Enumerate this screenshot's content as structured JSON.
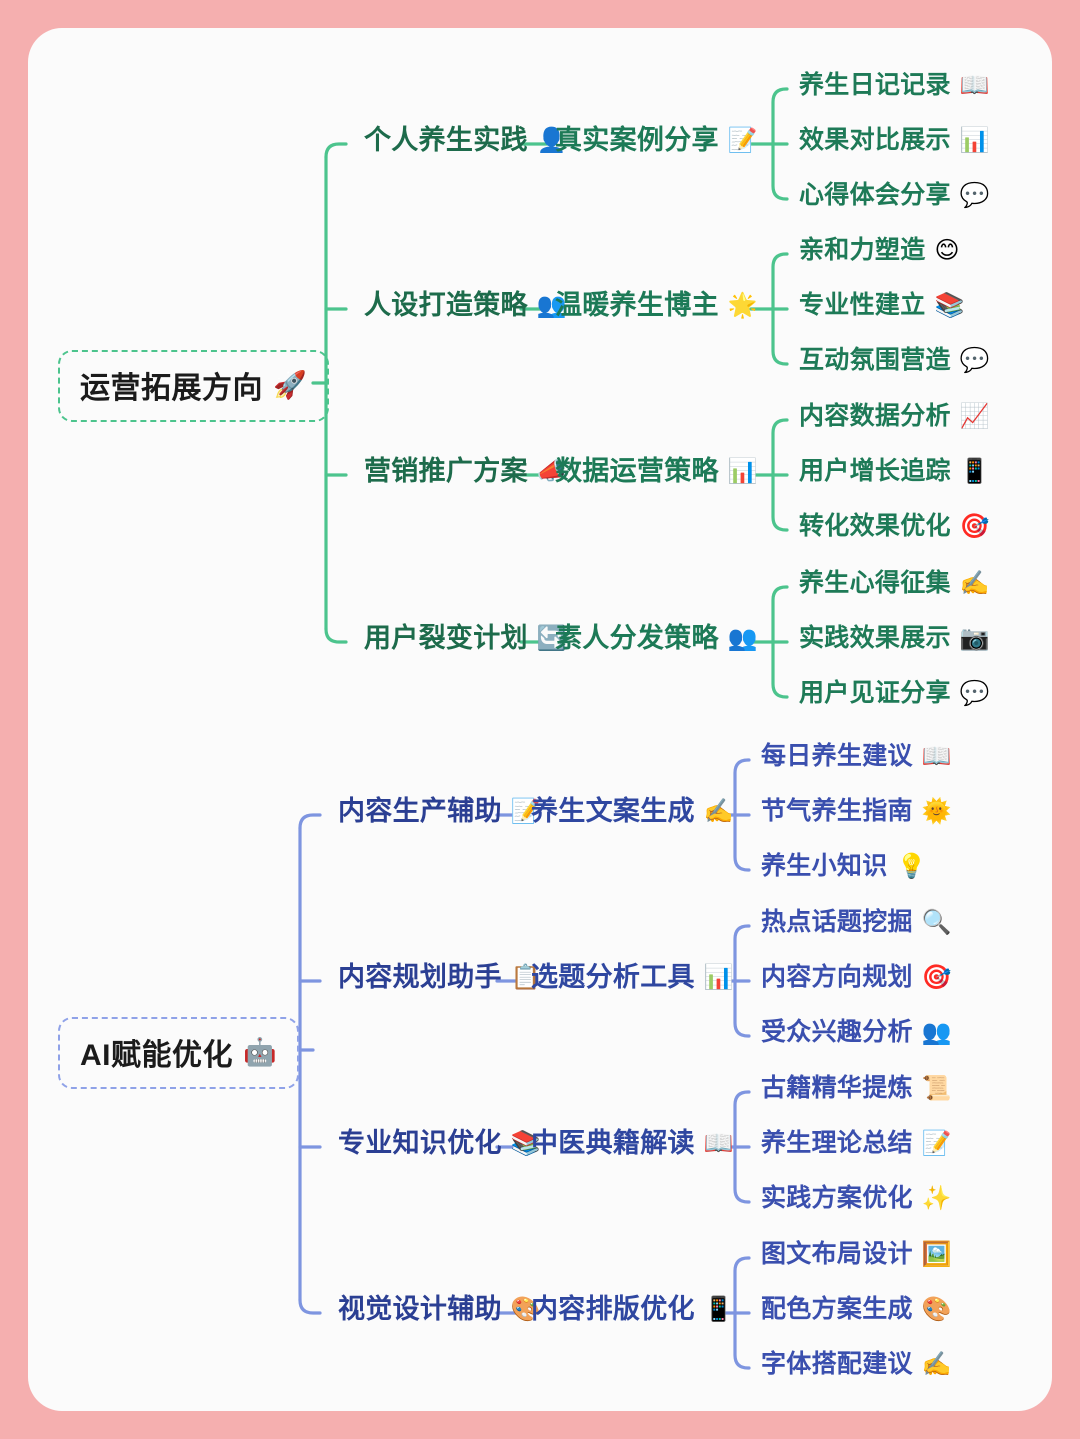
{
  "canvas": {
    "frame_color": "#F5AFAF",
    "background": "#FBFBFB"
  },
  "trees": [
    {
      "id": "operations",
      "accent": "#4CC48D",
      "text_color": "#1D6B4B",
      "root": {
        "label": "运营拓展方向",
        "emoji": "🚀",
        "icon": "rocket-icon"
      },
      "branches": [
        {
          "label": "个人养生实践",
          "emoji": "👤",
          "icon": "person-icon",
          "mid": {
            "label": "真实案例分享",
            "emoji": "📝",
            "icon": "memo-icon"
          },
          "leaves": [
            {
              "label": "养生日记记录",
              "emoji": "📖",
              "icon": "open-book-icon"
            },
            {
              "label": "效果对比展示",
              "emoji": "📊",
              "icon": "bar-chart-icon"
            },
            {
              "label": "心得体会分享",
              "emoji": "💬",
              "icon": "speech-bubble-icon"
            }
          ]
        },
        {
          "label": "人设打造策略",
          "emoji": "👥",
          "icon": "people-icon",
          "mid": {
            "label": "温暖养生博主",
            "emoji": "🌟",
            "icon": "glowing-star-icon"
          },
          "leaves": [
            {
              "label": "亲和力塑造",
              "emoji": "😊",
              "icon": "smiling-face-icon"
            },
            {
              "label": "专业性建立",
              "emoji": "📚",
              "icon": "books-icon"
            },
            {
              "label": "互动氛围营造",
              "emoji": "💬",
              "icon": "speech-bubble-icon"
            }
          ]
        },
        {
          "label": "营销推广方案",
          "emoji": "📣",
          "icon": "megaphone-icon",
          "mid": {
            "label": "数据运营策略",
            "emoji": "📊",
            "icon": "bar-chart-icon"
          },
          "leaves": [
            {
              "label": "内容数据分析",
              "emoji": "📈",
              "icon": "chart-increasing-icon"
            },
            {
              "label": "用户增长追踪",
              "emoji": "📱",
              "icon": "mobile-phone-icon"
            },
            {
              "label": "转化效果优化",
              "emoji": "🎯",
              "icon": "target-icon"
            }
          ]
        },
        {
          "label": "用户裂变计划",
          "emoji": "🔄",
          "icon": "refresh-arrows-icon",
          "mid": {
            "label": "素人分发策略",
            "emoji": "👥",
            "icon": "people-icon"
          },
          "leaves": [
            {
              "label": "养生心得征集",
              "emoji": "✍️",
              "icon": "writing-hand-icon"
            },
            {
              "label": "实践效果展示",
              "emoji": "📷",
              "icon": "camera-icon"
            },
            {
              "label": "用户见证分享",
              "emoji": "💬",
              "icon": "speech-bubble-icon"
            }
          ]
        }
      ]
    },
    {
      "id": "ai-empowerment",
      "accent": "#7E95E0",
      "text_color": "#2B3F93",
      "root": {
        "label": "AI赋能优化",
        "emoji": "🤖",
        "icon": "robot-icon"
      },
      "branches": [
        {
          "label": "内容生产辅助",
          "emoji": "📝",
          "icon": "memo-icon",
          "mid": {
            "label": "养生文案生成",
            "emoji": "✍️",
            "icon": "writing-hand-icon"
          },
          "leaves": [
            {
              "label": "每日养生建议",
              "emoji": "📖",
              "icon": "open-book-icon"
            },
            {
              "label": "节气养生指南",
              "emoji": "🌞",
              "icon": "sun-with-face-icon"
            },
            {
              "label": "养生小知识",
              "emoji": "💡",
              "icon": "light-bulb-icon"
            }
          ]
        },
        {
          "label": "内容规划助手",
          "emoji": "📋",
          "icon": "clipboard-icon",
          "mid": {
            "label": "选题分析工具",
            "emoji": "📊",
            "icon": "bar-chart-icon"
          },
          "leaves": [
            {
              "label": "热点话题挖掘",
              "emoji": "🔍",
              "icon": "magnifying-glass-icon"
            },
            {
              "label": "内容方向规划",
              "emoji": "🎯",
              "icon": "target-icon"
            },
            {
              "label": "受众兴趣分析",
              "emoji": "👥",
              "icon": "people-icon"
            }
          ]
        },
        {
          "label": "专业知识优化",
          "emoji": "📚",
          "icon": "books-icon",
          "mid": {
            "label": "中医典籍解读",
            "emoji": "📖",
            "icon": "open-book-icon"
          },
          "leaves": [
            {
              "label": "古籍精华提炼",
              "emoji": "📜",
              "icon": "scroll-icon"
            },
            {
              "label": "养生理论总结",
              "emoji": "📝",
              "icon": "memo-icon"
            },
            {
              "label": "实践方案优化",
              "emoji": "✨",
              "icon": "sparkles-icon"
            }
          ]
        },
        {
          "label": "视觉设计辅助",
          "emoji": "🎨",
          "icon": "artist-palette-icon",
          "mid": {
            "label": "内容排版优化",
            "emoji": "📱",
            "icon": "mobile-phone-icon"
          },
          "leaves": [
            {
              "label": "图文布局设计",
              "emoji": "🖼️",
              "icon": "framed-picture-icon"
            },
            {
              "label": "配色方案生成",
              "emoji": "🎨",
              "icon": "artist-palette-icon"
            },
            {
              "label": "字体搭配建议",
              "emoji": "✍️",
              "icon": "writing-hand-icon"
            }
          ]
        }
      ]
    }
  ]
}
